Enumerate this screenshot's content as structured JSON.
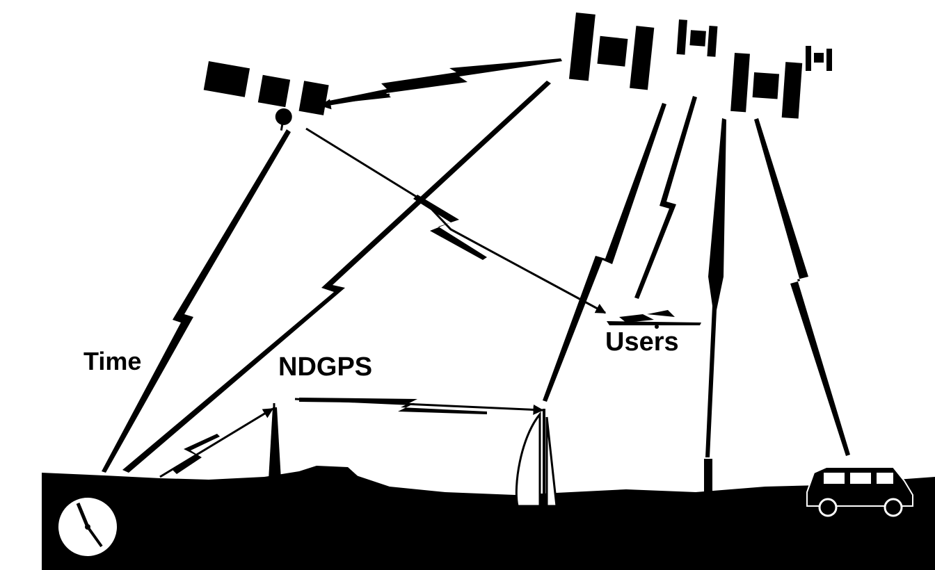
{
  "labels": {
    "time": "Time",
    "ndgps": "NDGPS",
    "users": "Users"
  },
  "colors": {
    "ink": "#000000",
    "paper": "#ffffff"
  },
  "icons": [
    "satellite-icon",
    "clock-icon",
    "radio-tower-icon",
    "sailboat-icon",
    "aircraft-icon",
    "car-icon",
    "post-antenna-icon"
  ]
}
